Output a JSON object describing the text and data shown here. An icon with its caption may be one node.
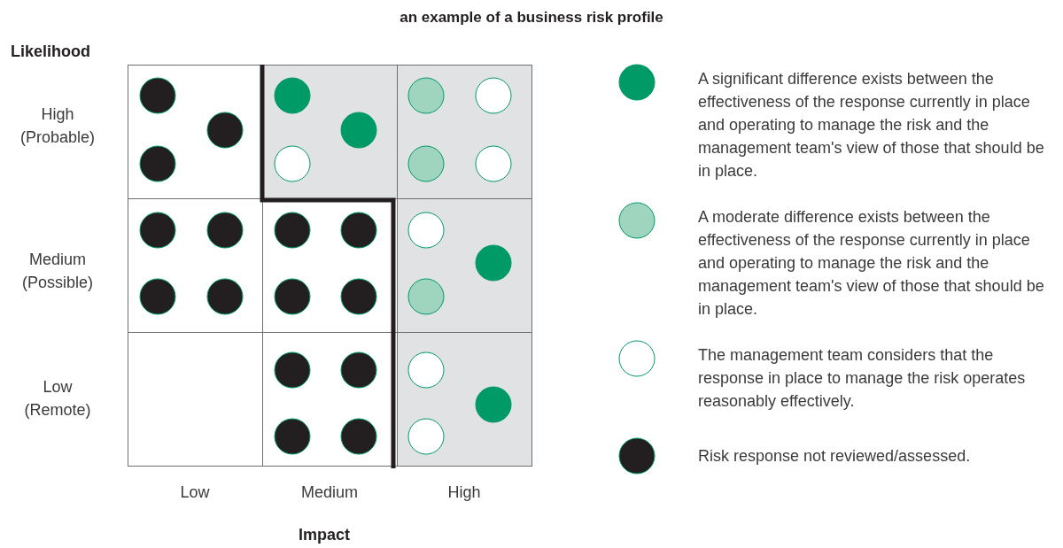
{
  "diagram": {
    "title": "an example of a business risk profile",
    "labels": [
      "Likelihood",
      "High (Probable)",
      "Medium (Possible)",
      "Low (Remote)",
      "Low",
      "Medium",
      "High",
      "Impact"
    ],
    "legend": [
      {
        "text": "A significant difference exists between the effectiveness of the response currently in place and operating to manage the risk and the management team's view of those that should be in place.",
        "color": "#009a66"
      },
      {
        "text": "A moderate difference exists between the effectiveness of the response currently in place and operating to manage the risk and the management team's view of those that should be in place.",
        "color": "#9fd4bf"
      },
      {
        "text": "The management team considers that the response in place to manage the risk operates reasonably effectively."
      },
      {
        "text": "Risk response not reviewed/assessed.",
        "color": "#231f20"
      }
    ]
  }
}
